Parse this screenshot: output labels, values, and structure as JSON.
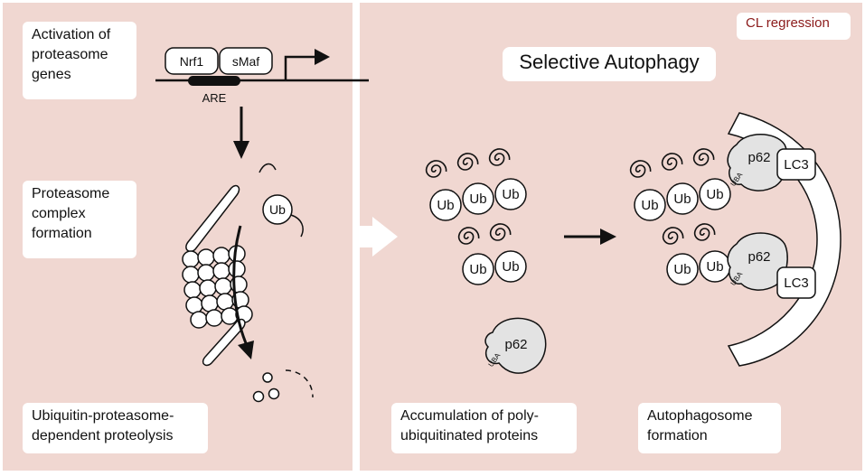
{
  "left": {
    "activation_label": "Activation of proteasome genes",
    "complex_label": "Proteasome complex formation",
    "proteolysis_label": "Ubiquitin-proteasome-dependent proteolysis",
    "nrf1": "Nrf1",
    "smaf": "sMaf",
    "are": "ARE",
    "ub": "Ub"
  },
  "right": {
    "tag": "CL regression",
    "title": "Selective Autophagy",
    "accumulation_label": "Accumulation of poly-ubiquitinated proteins",
    "autophagosome_label": "Autophagosome formation",
    "ub": "Ub",
    "p62": "p62",
    "uba": "UBA",
    "lc3": "LC3"
  },
  "colors": {
    "panel_bg": "#f0d7d1",
    "tag_text": "#8b1a1a",
    "p62_fill": "#e3e3e3"
  }
}
